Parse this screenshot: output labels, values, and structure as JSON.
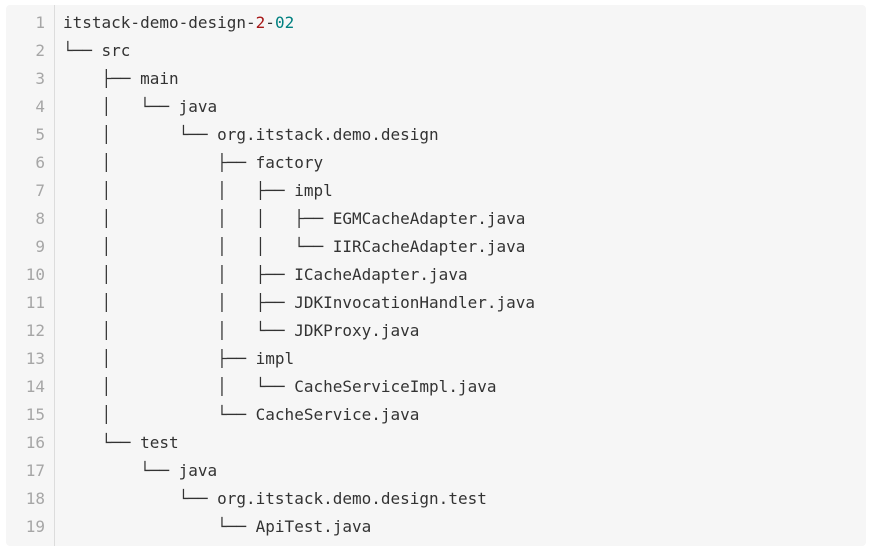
{
  "code_block": {
    "description": "directory tree listing of itstack-demo-design-2-02 project",
    "colors": {
      "block_background": "#f6f6f6",
      "page_background": "#ffffff",
      "text": "#333333",
      "line_number": "#a6a6a6",
      "gutter_divider": "#dcdcdc",
      "number_token_red": "#a61717",
      "number_token_teal": "#008080"
    },
    "line1": {
      "no": "1",
      "head": "itstack-demo-design-",
      "num_red": "2",
      "dash": "-",
      "num_teal": "02"
    },
    "lines": [
      {
        "no": "2",
        "text": "└── src"
      },
      {
        "no": "3",
        "text": "    ├── main"
      },
      {
        "no": "4",
        "text": "    │   └── java"
      },
      {
        "no": "5",
        "text": "    │       └── org.itstack.demo.design"
      },
      {
        "no": "6",
        "text": "    │           ├── factory"
      },
      {
        "no": "7",
        "text": "    │           │   ├── impl"
      },
      {
        "no": "8",
        "text": "    │           │   │   ├── EGMCacheAdapter.java"
      },
      {
        "no": "9",
        "text": "    │           │   │   └── IIRCacheAdapter.java"
      },
      {
        "no": "10",
        "text": "    │           │   ├── ICacheAdapter.java"
      },
      {
        "no": "11",
        "text": "    │           │   ├── JDKInvocationHandler.java"
      },
      {
        "no": "12",
        "text": "    │           │   └── JDKProxy.java"
      },
      {
        "no": "13",
        "text": "    │           ├── impl"
      },
      {
        "no": "14",
        "text": "    │           │   └── CacheServiceImpl.java"
      },
      {
        "no": "15",
        "text": "    │           └── CacheService.java"
      },
      {
        "no": "16",
        "text": "    └── test"
      },
      {
        "no": "17",
        "text": "        └── java"
      },
      {
        "no": "18",
        "text": "            └── org.itstack.demo.design.test"
      },
      {
        "no": "19",
        "text": "                └── ApiTest.java"
      }
    ]
  }
}
